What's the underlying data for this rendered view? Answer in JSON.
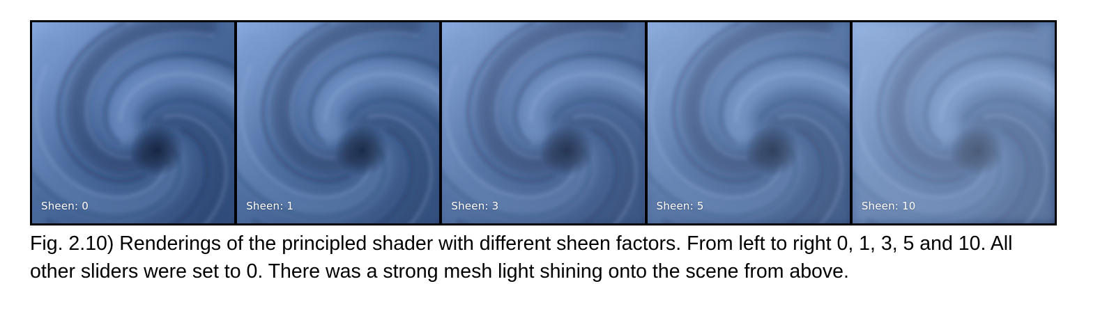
{
  "figure": {
    "panels": [
      {
        "label": "Sheen: 0",
        "sheen": 0
      },
      {
        "label": "Sheen: 1",
        "sheen": 1
      },
      {
        "label": "Sheen: 3",
        "sheen": 3
      },
      {
        "label": "Sheen: 5",
        "sheen": 5
      },
      {
        "label": "Sheen: 10",
        "sheen": 10
      }
    ],
    "colors": {
      "base": "#4a6a9d",
      "highlight": "#86a8dc",
      "shadow": "#14233f"
    },
    "caption": "Fig. 2.10) Renderings of the principled shader with different sheen factors. From left to right 0, 1, 3, 5 and 10. All other sliders were set to 0. There was a strong mesh light shining onto the scene from above."
  }
}
